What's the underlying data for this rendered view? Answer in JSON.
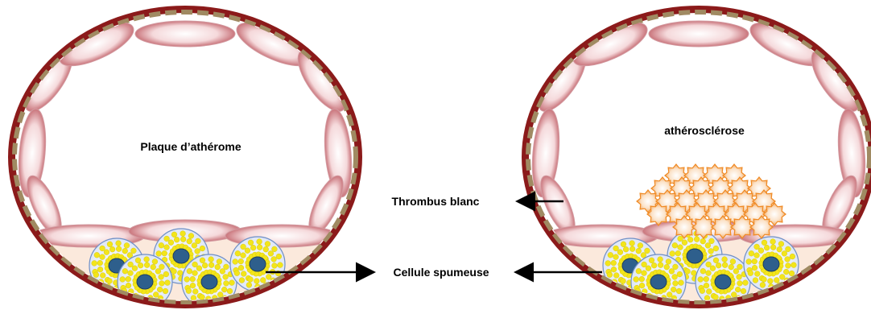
{
  "labels": {
    "left_vessel": "Plaque d’athérome",
    "right_vessel": "athérosclérose",
    "thrombus": "Thrombus blanc",
    "foam_cell": "Cellule spumeuse"
  },
  "colors": {
    "adventitia": "#8b1a1a",
    "media_dashes": "#a08a62",
    "endothelium": "#c8787e",
    "plaque_core": "#fbe9dc",
    "foam_cell_nucleus": "#2e5f8c",
    "lipid_droplets": "#f3e51b",
    "platelets": "#f08a24"
  },
  "icons": {
    "foam_cell": "foam-cell-icon",
    "platelet": "platelet-icon",
    "arrow": "arrow-icon"
  }
}
